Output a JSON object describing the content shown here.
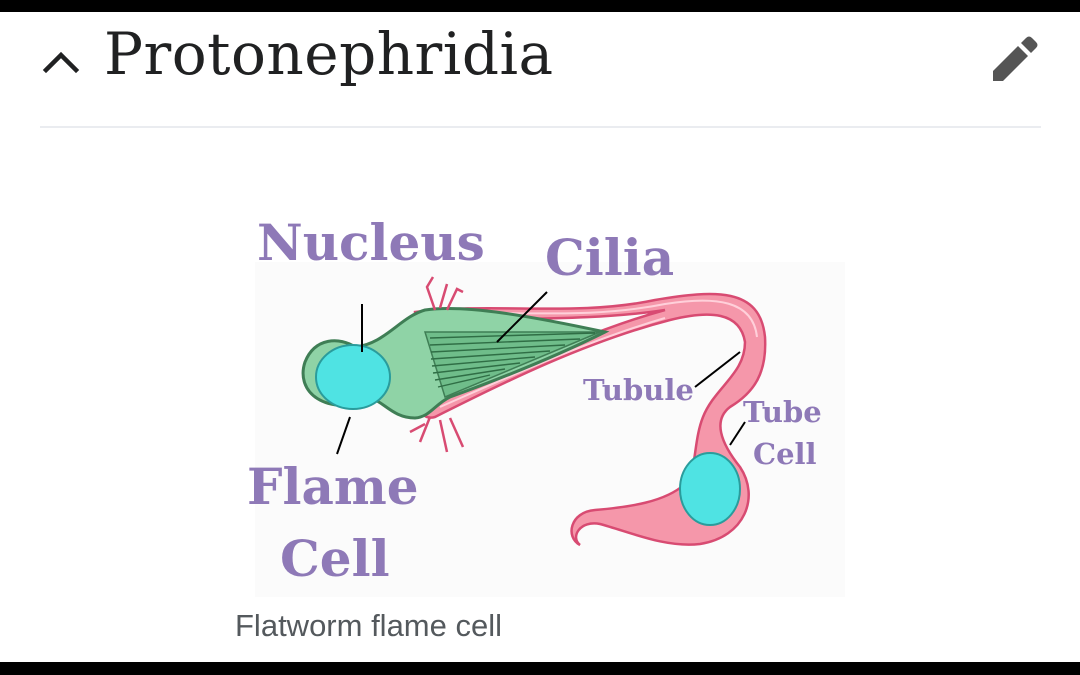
{
  "section": {
    "title": "Protonephridia"
  },
  "figure": {
    "labels": {
      "nucleus": "Nucleus",
      "cilia": "Cilia",
      "tubule": "Tubule",
      "tube": "Tube",
      "cell": "Cell",
      "flame": "Flame",
      "flame_cell": "Cell"
    },
    "caption": "Flatworm flame cell"
  },
  "icons": {
    "collapse": "chevron-up-icon",
    "edit": "pencil-icon"
  },
  "colors": {
    "label": "#8e79b7",
    "flame_cell": "#8fd3a6",
    "nucleus": "#4fe3e3",
    "tubule": "#f08fa5",
    "text": "#202122"
  }
}
